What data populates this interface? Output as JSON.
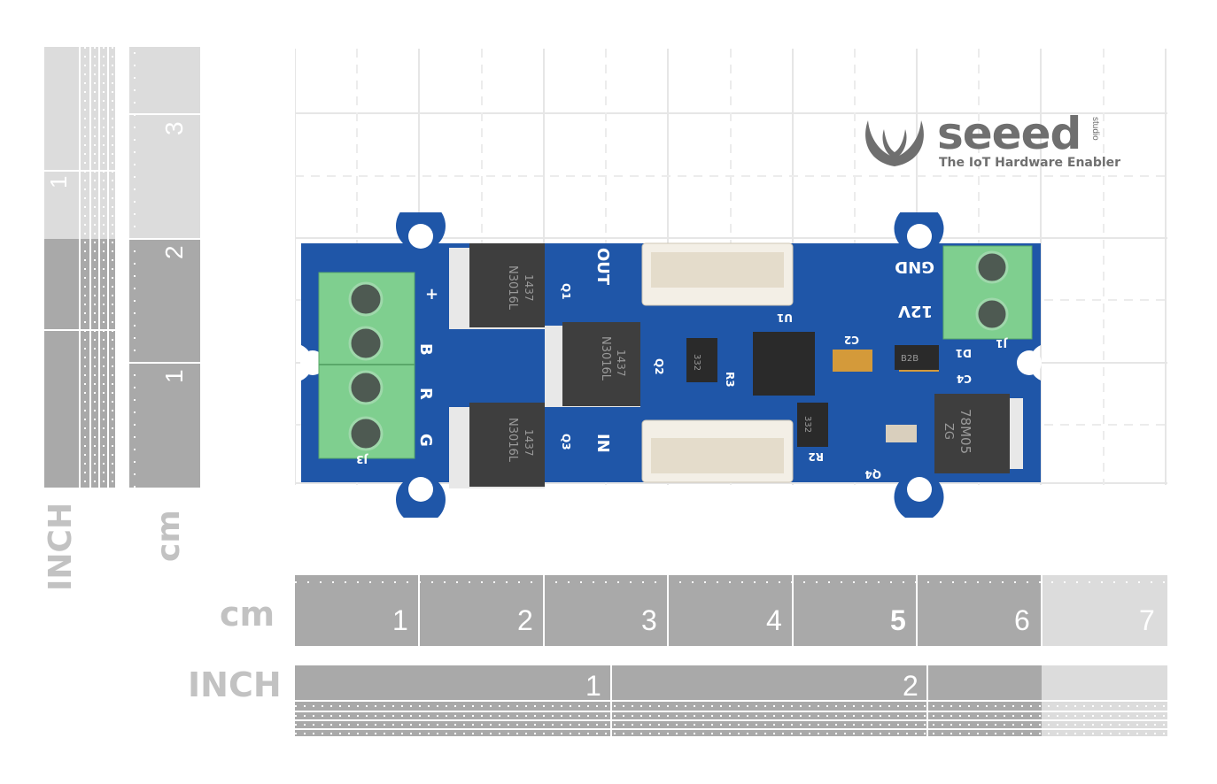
{
  "logo": {
    "brand": "seeed",
    "studio": "studio",
    "tagline": "The IoT Hardware Enabler"
  },
  "rulers": {
    "horizontal_cm": {
      "unit": "cm",
      "ticks": [
        "1",
        "2",
        "3",
        "4",
        "5",
        "6",
        "7"
      ]
    },
    "horizontal_inch": {
      "unit": "INCH",
      "ticks": [
        "1",
        "2"
      ]
    },
    "vertical_inch": {
      "unit": "INCH",
      "ticks": [
        "1"
      ]
    },
    "vertical_cm": {
      "unit": "cm",
      "ticks": [
        "1",
        "2",
        "3"
      ]
    }
  },
  "board": {
    "labels": {
      "plus": "+",
      "b": "B",
      "r": "R",
      "g": "G",
      "j3": "J3",
      "out": "OUT",
      "in": "IN",
      "gnd": "GND",
      "v12": "12V",
      "j1": "J1",
      "d1": "D1",
      "q1": "Q1",
      "q2": "Q2",
      "q3": "Q3",
      "q4": "Q4",
      "u1": "U1",
      "r2": "R2",
      "r3": "R3",
      "c2": "C2",
      "c4": "C4",
      "mosfet": "N3016L",
      "lot": "1437",
      "regulator": "78M05",
      "reg_code": "ZG",
      "res": "332",
      "diode": "B2B"
    }
  },
  "colors": {
    "pcb": "#1f56a8",
    "terminal": "#7fcf8f",
    "ruler_dark": "#a9a9a9",
    "ruler_light": "#dcdcdc"
  }
}
